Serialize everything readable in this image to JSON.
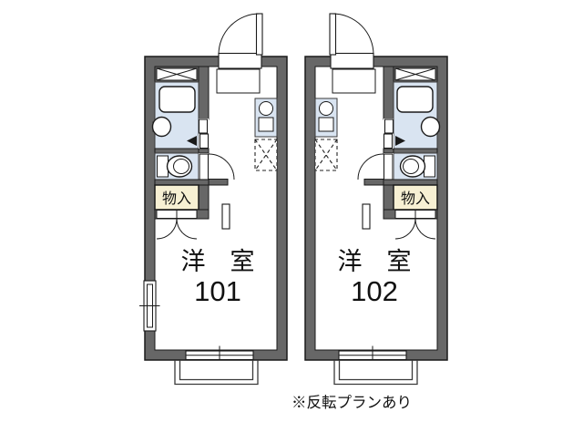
{
  "footnote": "※反転プランあり",
  "units": [
    {
      "id": "101",
      "room_label": "洋　室",
      "room_number": "101",
      "closet_label": "物入"
    },
    {
      "id": "102",
      "room_label": "洋　室",
      "room_number": "102",
      "closet_label": "物入"
    }
  ],
  "colors": {
    "wall": "#676767",
    "wet_area_fill": "#d9e4f1",
    "closet_fill": "#f7f0d3",
    "line": "#1a1a1a",
    "background": "#ffffff"
  }
}
